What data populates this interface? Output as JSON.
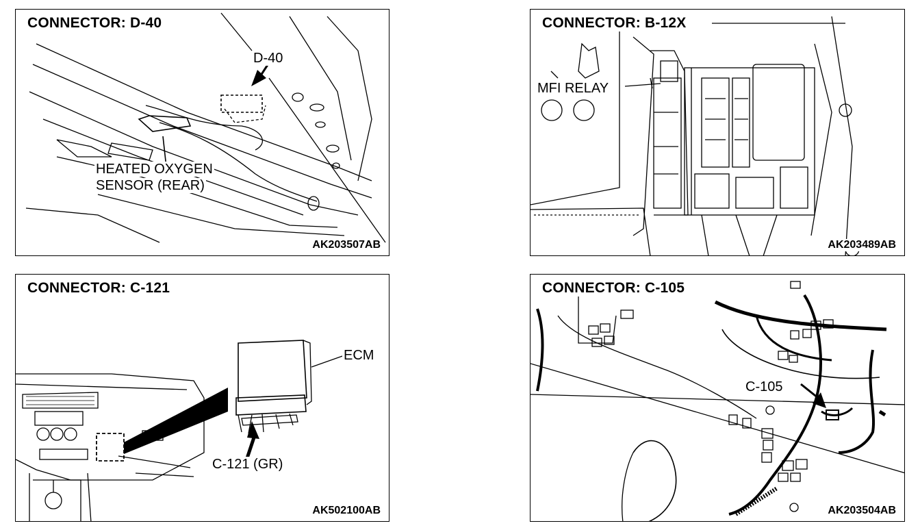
{
  "panels": [
    {
      "title": "CONNECTOR: D-40",
      "labels": [
        "D-40",
        "HEATED OXYGEN",
        "SENSOR (REAR)"
      ],
      "code": "AK203507AB"
    },
    {
      "title": "CONNECTOR: B-12X",
      "labels": [
        "MFI RELAY"
      ],
      "code": "AK203489AB"
    },
    {
      "title": "CONNECTOR: C-121",
      "labels": [
        "ECM",
        "C-121 (GR)"
      ],
      "code": "AK502100AB"
    },
    {
      "title": "CONNECTOR: C-105",
      "labels": [
        "C-105"
      ],
      "code": "AK203504AB"
    }
  ]
}
